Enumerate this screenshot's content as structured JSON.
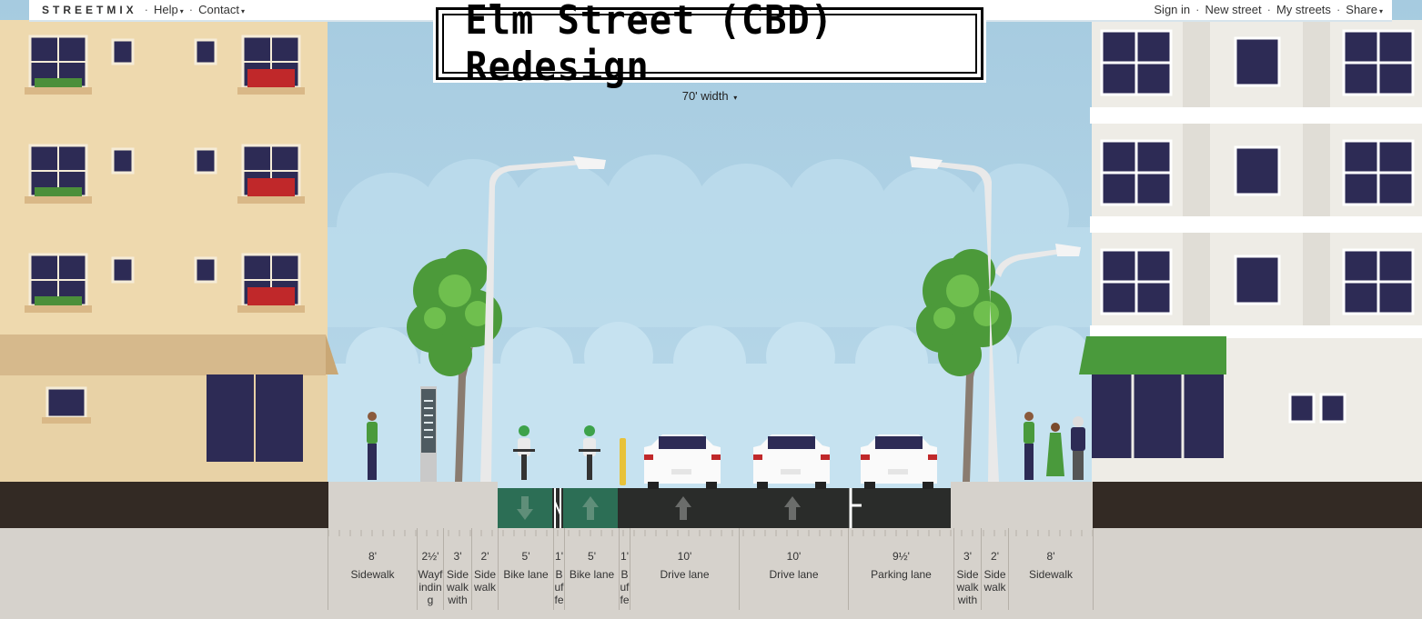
{
  "app": {
    "logo": "STREETMIX"
  },
  "menu": {
    "left": [
      {
        "label": "Help"
      },
      {
        "label": "Contact"
      }
    ],
    "right": [
      {
        "label": "Sign in"
      },
      {
        "label": "New street"
      },
      {
        "label": "My streets"
      },
      {
        "label": "Share"
      }
    ]
  },
  "street": {
    "name": "Elm Street (CBD) Redesign",
    "width_label": "70' width"
  },
  "colors": {
    "sky": "#a9cddf",
    "bike_lane": "#2c6e55",
    "drive_lane": "#2a2c2a",
    "sidewalk": "#d6d2cc",
    "ground": "#332a24"
  },
  "icons": {
    "caret": "▾",
    "lane_arrow": "arrow-icon"
  },
  "segments": [
    {
      "width": "8'",
      "name": "Sidewalk"
    },
    {
      "width": "2½'",
      "name": "Wayfinding"
    },
    {
      "width": "3'",
      "name": "Sidewalk with"
    },
    {
      "width": "2'",
      "name": "Sidewalk"
    },
    {
      "width": "5'",
      "name": "Bike lane",
      "direction": "inbound"
    },
    {
      "width": "1'",
      "name": "Buffer"
    },
    {
      "width": "5'",
      "name": "Bike lane",
      "direction": "outbound"
    },
    {
      "width": "1'",
      "name": "Buffer"
    },
    {
      "width": "10'",
      "name": "Drive lane",
      "direction": "outbound"
    },
    {
      "width": "10'",
      "name": "Drive lane",
      "direction": "outbound"
    },
    {
      "width": "9½'",
      "name": "Parking lane"
    },
    {
      "width": "3'",
      "name": "Sidewalk with"
    },
    {
      "width": "2'",
      "name": "Sidewalk"
    },
    {
      "width": "8'",
      "name": "Sidewalk"
    }
  ]
}
